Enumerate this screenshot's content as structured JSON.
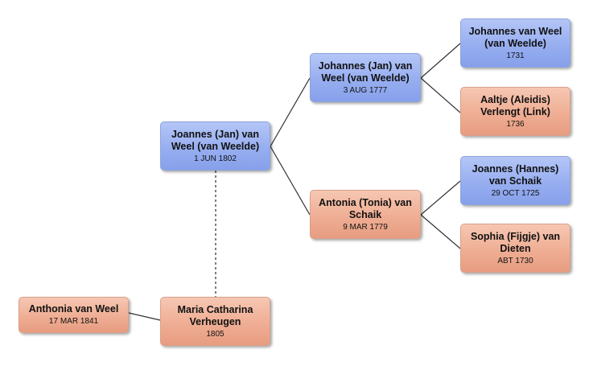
{
  "people": {
    "root": {
      "name": "Joannes (Jan) van Weel (van Weelde)",
      "date": "1 JUN 1802",
      "gender": "male"
    },
    "father": {
      "name": "Johannes (Jan) van Weel (van Weelde)",
      "date": "3 AUG 1777",
      "gender": "male"
    },
    "mother": {
      "name": "Antonia (Tonia) van Schaik",
      "date": "9 MAR 1779",
      "gender": "female"
    },
    "pgf": {
      "name": "Johannes van Weel (van Weelde)",
      "date": "1731",
      "gender": "male"
    },
    "pgm": {
      "name": "Aaltje (Aleidis) Verlengt (Link)",
      "date": "1736",
      "gender": "female"
    },
    "mgf": {
      "name": "Joannes (Hannes) van Schaik",
      "date": "29 OCT 1725",
      "gender": "male"
    },
    "mgm": {
      "name": "Sophia (Fijgje) van Dieten",
      "date": "ABT 1730",
      "gender": "female"
    },
    "spouse": {
      "name": "Maria Catharina Verheugen",
      "date": "1805",
      "gender": "female"
    },
    "child": {
      "name": "Anthonia van Weel",
      "date": "17 MAR 1841",
      "gender": "female"
    }
  },
  "colors": {
    "male": "#97aef0",
    "female": "#efae94",
    "connector": "#333333",
    "spouse_connector": "#555555"
  }
}
